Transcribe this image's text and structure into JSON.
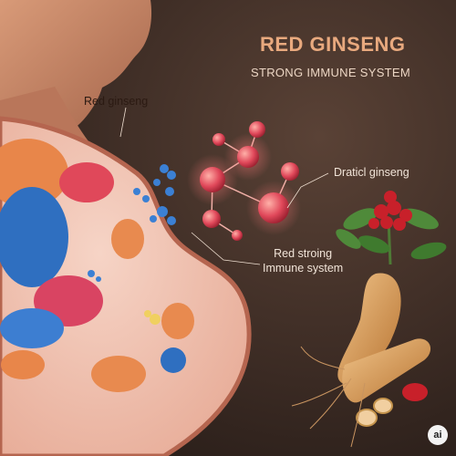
{
  "title": "RED GINSENG",
  "subtitle": "STRONG IMMUNE SYSTEM",
  "labels": {
    "red_ginseng": "Red ginseng",
    "dratic_ginseng": "Draticl ginseng",
    "immune_line1": "Red stroing",
    "immune_line2": "Immune system"
  },
  "watermark": "ai",
  "colors": {
    "title": "#e8a97e",
    "background": "#3b2a22",
    "skin": "#c98a6a",
    "cell_red": "#e0485a",
    "cell_blue": "#2f6fc0",
    "root": "#d99a55",
    "berries": "#c8202a"
  }
}
